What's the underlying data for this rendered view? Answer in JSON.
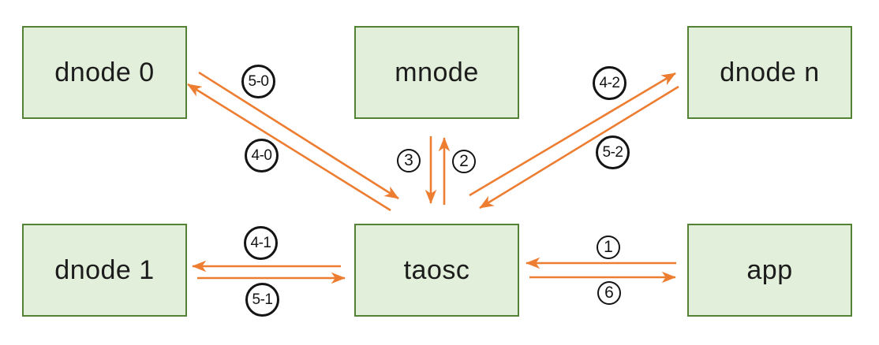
{
  "diagram": {
    "background_color": "#ffffff",
    "colors": {
      "node_fill": "#e2efda",
      "node_border": "#548235",
      "arrow": "#ed7d31",
      "label_circle_border": "#141414",
      "text": "#1c1c1c"
    },
    "nodes": [
      {
        "id": "dnode0",
        "label": "dnode 0"
      },
      {
        "id": "mnode",
        "label": "mnode"
      },
      {
        "id": "dnoden",
        "label": "dnode n"
      },
      {
        "id": "dnode1",
        "label": "dnode 1"
      },
      {
        "id": "taosc",
        "label": "taosc"
      },
      {
        "id": "app",
        "label": "app"
      }
    ],
    "edges": [
      {
        "label": "1",
        "from": "app",
        "to": "taosc"
      },
      {
        "label": "2",
        "from": "taosc",
        "to": "mnode"
      },
      {
        "label": "3",
        "from": "mnode",
        "to": "taosc"
      },
      {
        "label": "4-0",
        "from": "taosc",
        "to": "dnode0"
      },
      {
        "label": "5-0",
        "from": "dnode0",
        "to": "taosc"
      },
      {
        "label": "4-1",
        "from": "taosc",
        "to": "dnode1"
      },
      {
        "label": "5-1",
        "from": "dnode1",
        "to": "taosc"
      },
      {
        "label": "4-2",
        "from": "taosc",
        "to": "dnoden"
      },
      {
        "label": "5-2",
        "from": "dnoden",
        "to": "taosc"
      },
      {
        "label": "6",
        "from": "taosc",
        "to": "app"
      }
    ]
  }
}
